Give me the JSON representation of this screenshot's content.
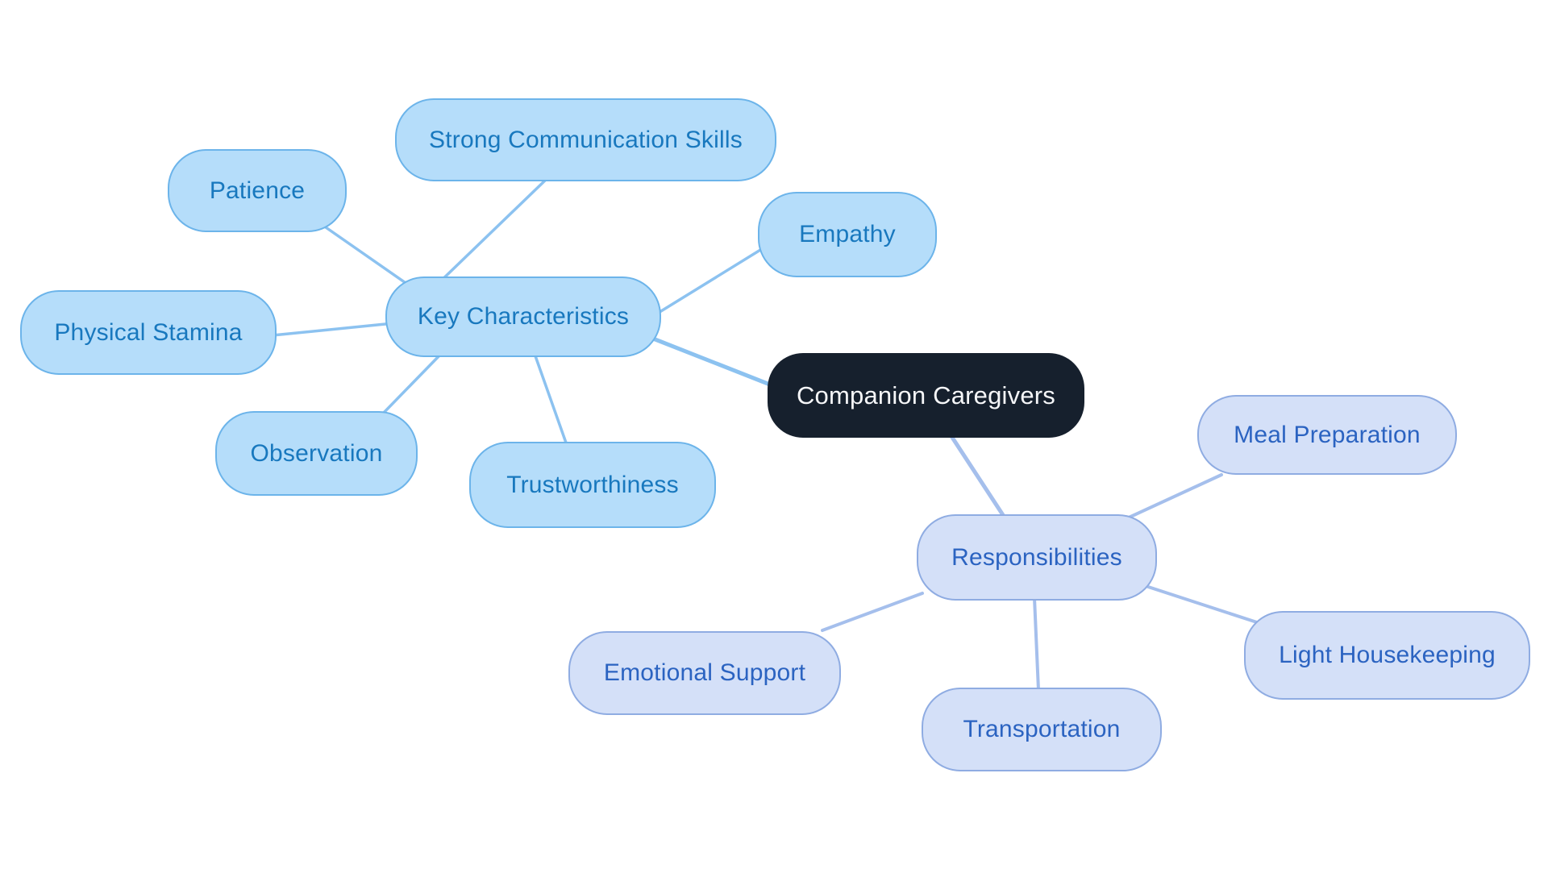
{
  "diagram_type": "mindmap",
  "colors": {
    "canvas_bg": "#ffffff",
    "root_fill": "#16202d",
    "root_text": "#f5f6f8",
    "branch1_fill": "#b5ddfa",
    "branch1_border": "#6cb4ea",
    "branch1_text": "#1878be",
    "branch1_edge": "#8cc2f0",
    "branch2_fill": "#d4e0f8",
    "branch2_border": "#8face2",
    "branch2_text": "#2b63c1",
    "branch2_edge": "#a5bfec"
  },
  "mindmap": {
    "root": {
      "label": "Companion Caregivers"
    },
    "branches": [
      {
        "label": "Key Characteristics",
        "children": [
          "Strong Communication Skills",
          "Patience",
          "Empathy",
          "Physical Stamina",
          "Observation",
          "Trustworthiness"
        ]
      },
      {
        "label": "Responsibilities",
        "children": [
          "Meal Preparation",
          "Emotional Support",
          "Transportation",
          "Light Housekeeping"
        ]
      }
    ]
  }
}
